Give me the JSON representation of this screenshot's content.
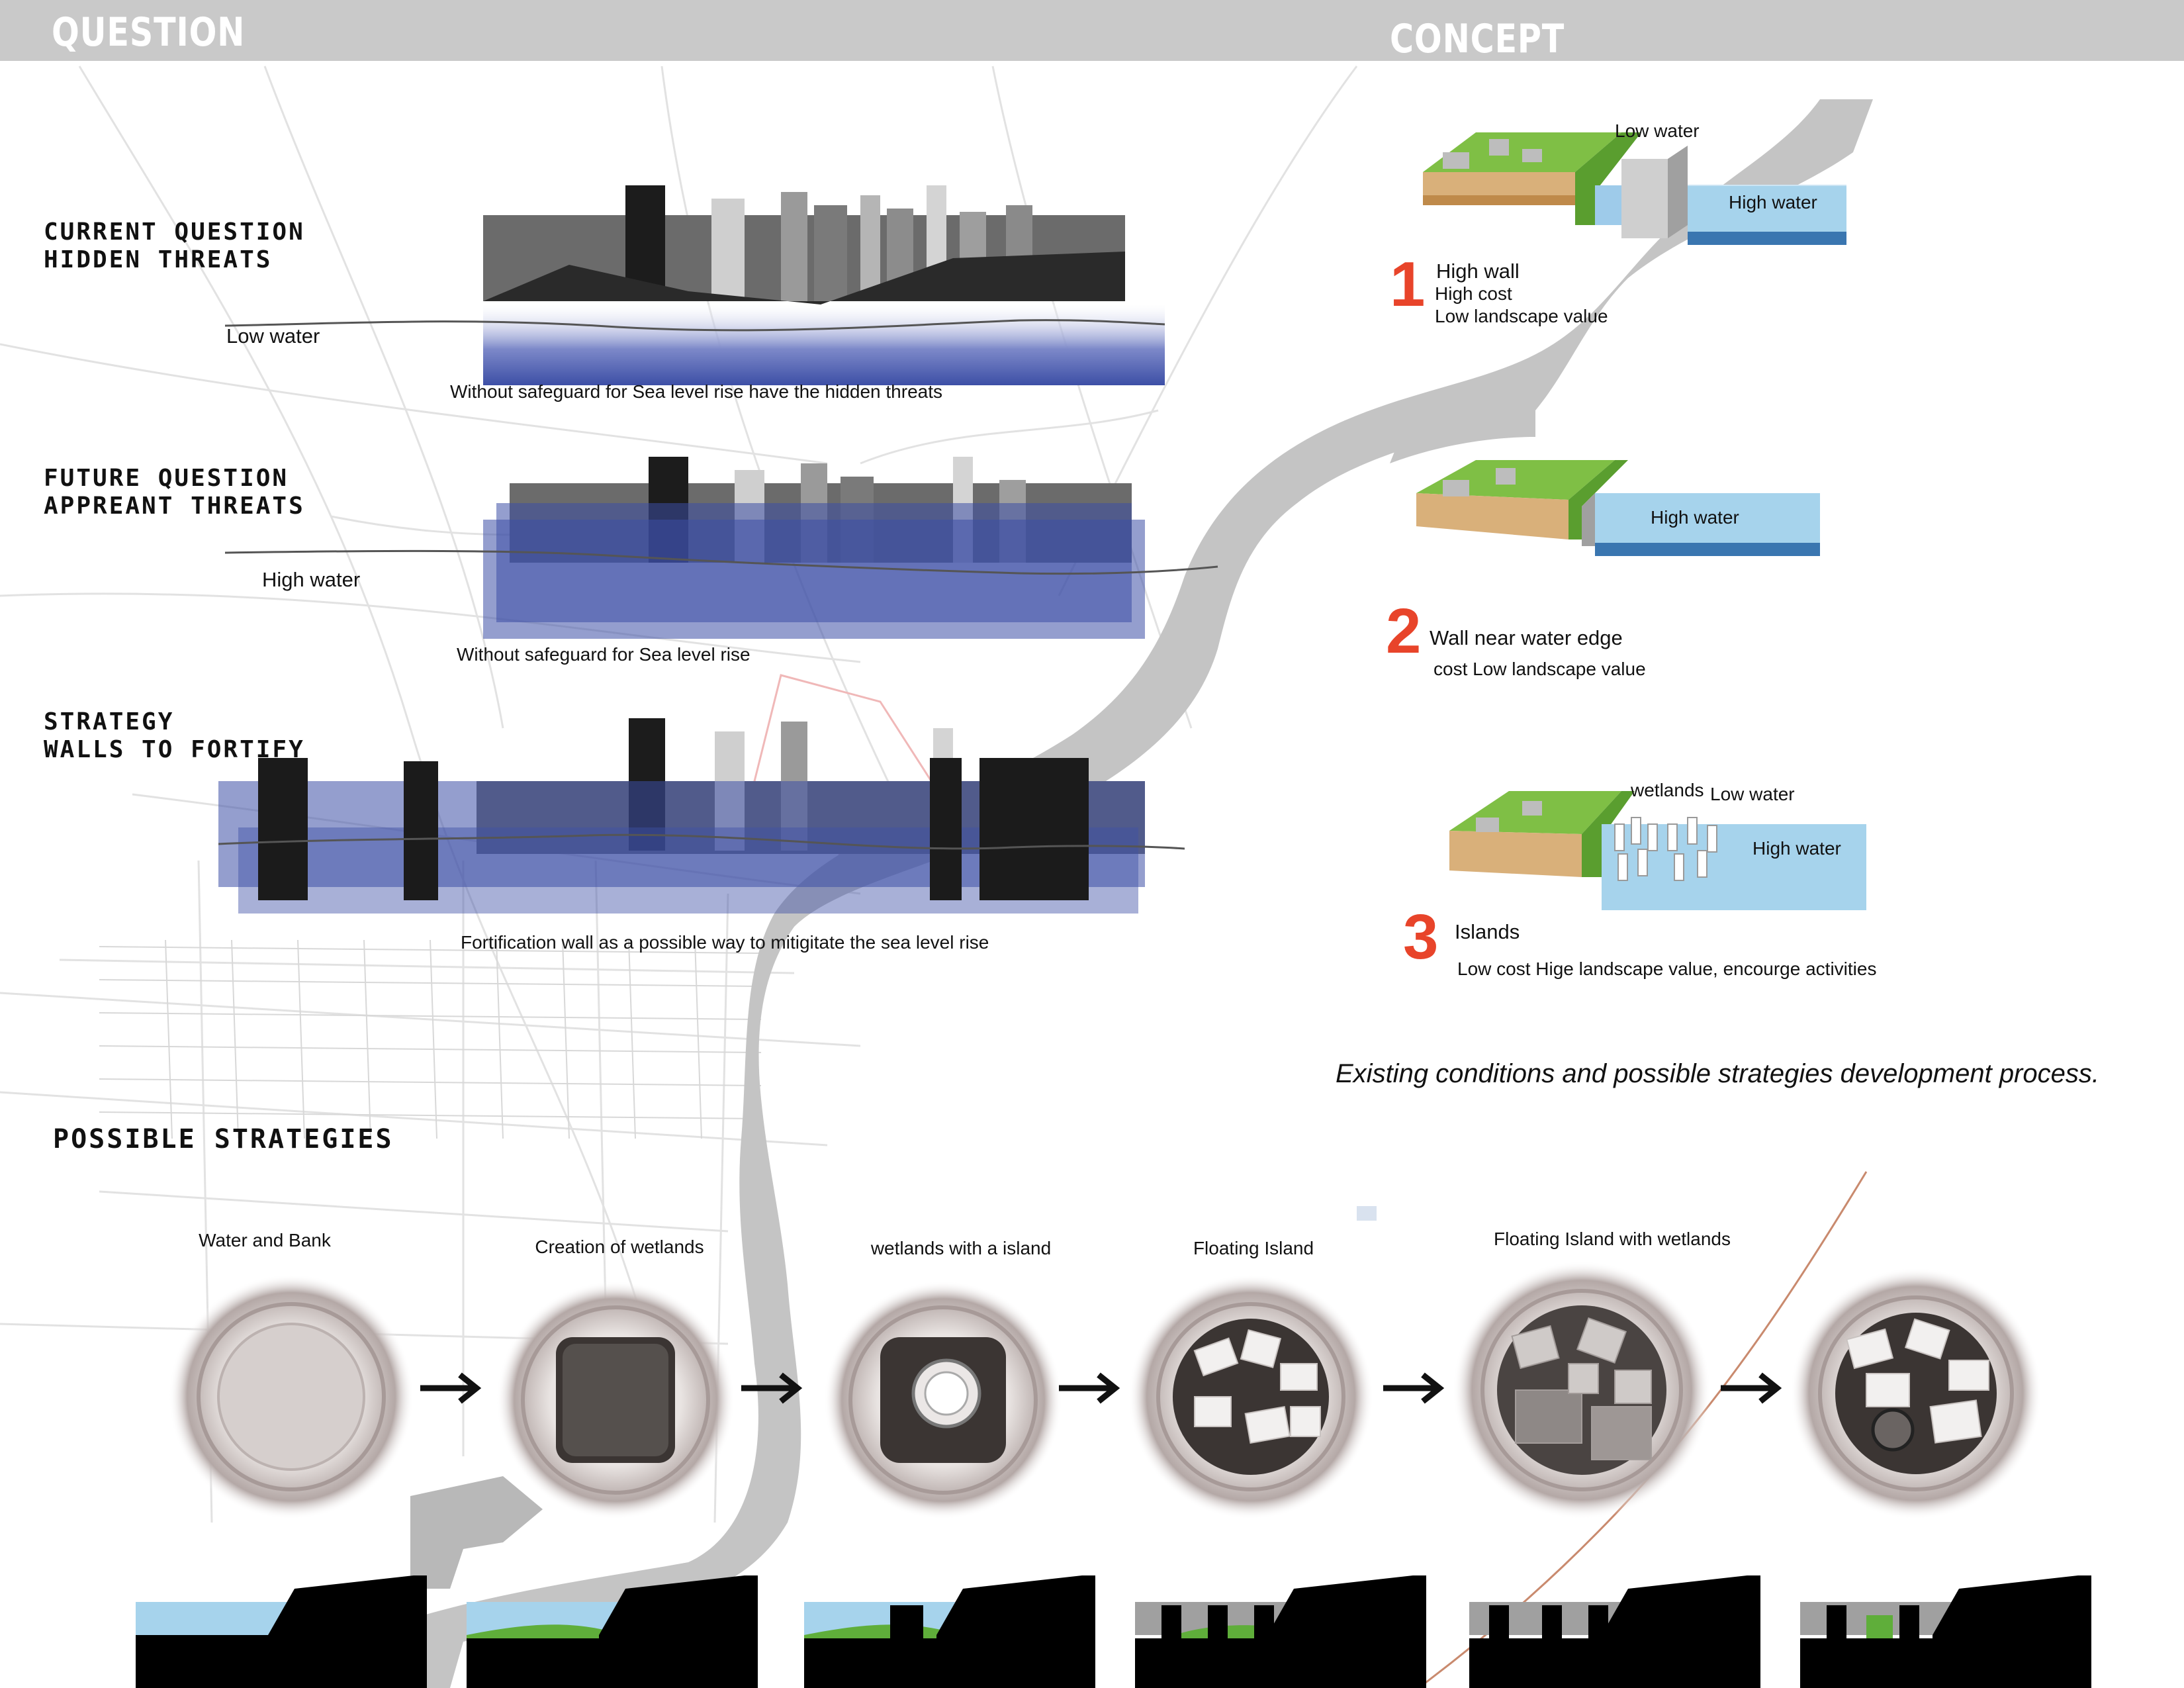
{
  "header": {
    "left_title": "QUESTION",
    "right_title": "CONCEPT"
  },
  "question": {
    "current": {
      "heading_l1": "CURRENT QUESTION",
      "heading_l2": "HIDDEN THREATS",
      "water_label": "Low water",
      "caption": "Without safeguard for Sea level rise have the hidden threats"
    },
    "future": {
      "heading_l1": "FUTURE QUESTION",
      "heading_l2": "APPREANT THREATS",
      "water_label": "High water",
      "caption": "Without safeguard for Sea level rise"
    },
    "strategy": {
      "heading_l1": "STRATEGY",
      "heading_l2": "WALLS TO FORTIFY",
      "caption": "Fortification wall as a possible way to mitigitate the sea level rise"
    }
  },
  "concept": {
    "items": [
      {
        "number": "1",
        "title": "High wall",
        "line1": "High cost",
        "line2": "Low landscape value",
        "low_label": "Low water",
        "high_label": "High water"
      },
      {
        "number": "2",
        "title": "Wall near water edge",
        "line1": "cost Low landscape value",
        "high_label": "High water"
      },
      {
        "number": "3",
        "title": "Islands",
        "line1": "Low cost Hige landscape value, encourge activities",
        "wet_label": "wetlands",
        "low_label": "Low water",
        "high_label": "High water"
      }
    ],
    "summary": "Existing conditions and possible strategies development process."
  },
  "strategies": {
    "heading": "POSSIBLE STRATEGIES",
    "steps": [
      "Water and Bank",
      "Creation of wetlands",
      "wetlands with a island",
      "Floating Island",
      "Floating Island with wetlands",
      ""
    ]
  },
  "colors": {
    "accent": "#e8442a",
    "water_blue": "#3d4fa6",
    "bar_grey": "#c9c9c9",
    "river_grey": "#c4c4c4",
    "land_green": "#6fa83a",
    "sky_blue": "#a6d3ec"
  },
  "icons": {
    "arrow": "arrow-right-icon"
  }
}
